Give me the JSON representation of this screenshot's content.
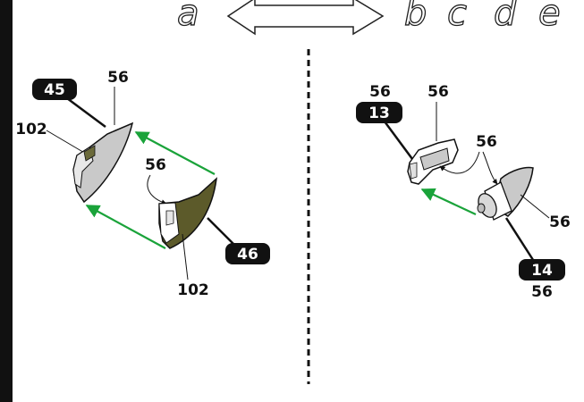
{
  "header": {
    "variant_left": "a",
    "variants_right": [
      "b",
      "c",
      "d",
      "e"
    ]
  },
  "left_panel": {
    "badge_top": "45",
    "badge_bottom": "46",
    "labels": {
      "top_56": "56",
      "left_102": "102",
      "mid_56": "56",
      "bottom_102": "102"
    }
  },
  "right_panel": {
    "badge_top": "13",
    "badge_bottom": "14",
    "labels": {
      "top_56_a": "56",
      "top_56_b": "56",
      "mid_56": "56",
      "side_56": "56",
      "bottom_56": "56"
    }
  },
  "colors": {
    "arrow": "#1aa33a",
    "part_gray": "#c9c9c9",
    "part_olive": "#5c5a2a",
    "badge": "#111111",
    "divider": "#111111"
  }
}
